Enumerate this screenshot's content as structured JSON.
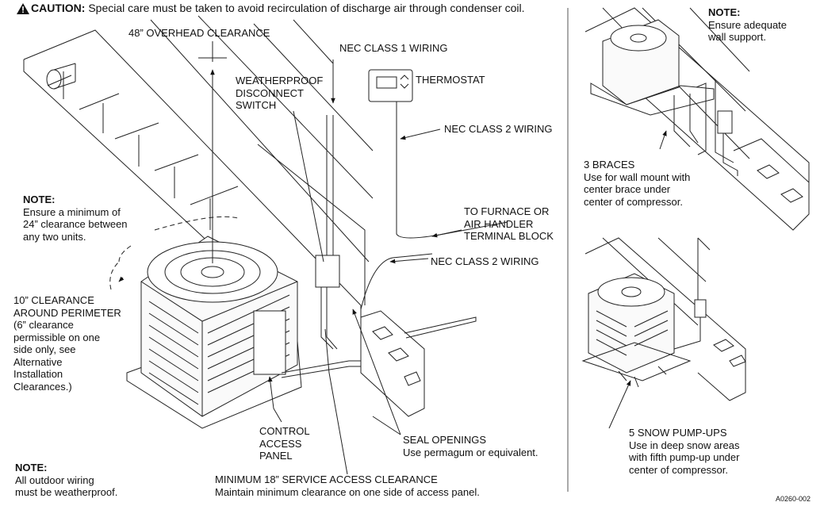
{
  "caution": {
    "label": "CAUTION:",
    "text": "Special care must be taken to avoid recirculation of discharge air through condenser coil."
  },
  "labels": {
    "overhead": "48” OVERHEAD CLEARANCE",
    "nec1": "NEC CLASS 1 WIRING",
    "weatherproof": [
      "WEATHERPROOF",
      "DISCONNECT",
      "SWITCH"
    ],
    "thermostat": "THERMOSTAT",
    "nec2_upper": "NEC CLASS 2 WIRING",
    "furnace": [
      "TO FURNACE OR",
      "AIR HANDLER",
      "TERMINAL BLOCK"
    ],
    "nec2_lower": "NEC CLASS 2 WIRING",
    "perimeter": [
      "10” CLEARANCE",
      "AROUND PERIMETER",
      "(6” clearance",
      "permissible on one",
      "side only, see",
      "Alternative",
      "Installation",
      "Clearances.)"
    ],
    "control": [
      "CONTROL",
      "ACCESS",
      "PANEL"
    ],
    "seal": [
      "SEAL OPENINGS",
      "Use permagum or equivalent."
    ],
    "service": [
      "MINIMUM 18” SERVICE ACCESS CLEARANCE",
      "Maintain minimum clearance on one side of access panel."
    ],
    "braces": [
      "3 BRACES",
      "Use for wall mount with",
      "center brace under",
      "center of compressor."
    ],
    "snow": [
      "5 SNOW PUMP-UPS",
      "Use in deep snow areas",
      "with fifth pump-up under",
      "center of compressor."
    ],
    "figure_id": "A0260-002"
  },
  "notes": {
    "clearance": {
      "title": "NOTE:",
      "lines": [
        "Ensure a minimum of",
        "24” clearance between",
        "any two units."
      ]
    },
    "wall": {
      "title": "NOTE:",
      "lines": [
        "Ensure adequate",
        "wall support."
      ]
    },
    "wiring": {
      "title": "NOTE:",
      "lines": [
        "All outdoor wiring",
        "must be weatherproof."
      ]
    }
  },
  "icons": {
    "caution": "warning-triangle-icon",
    "thermostat": "thermostat-icon",
    "condenser": "condenser-unit-icon"
  }
}
